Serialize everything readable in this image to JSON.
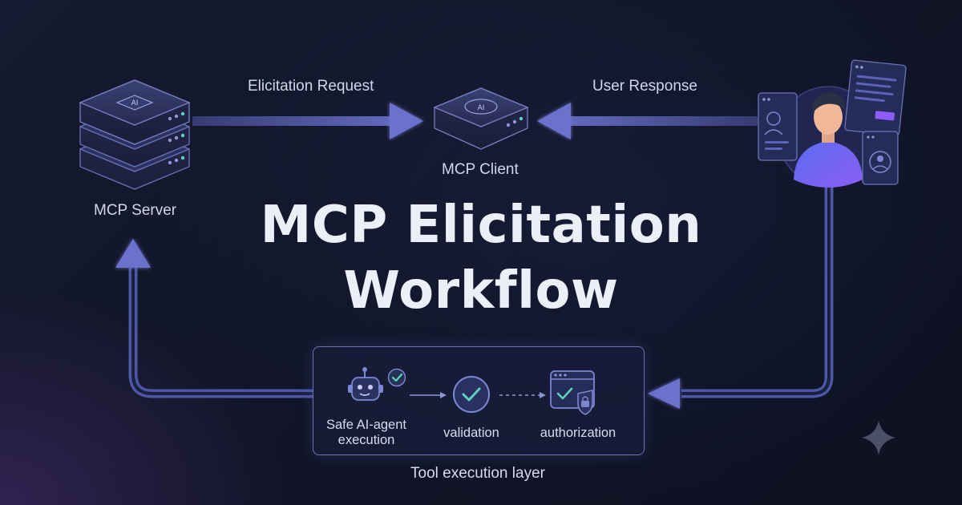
{
  "title": {
    "line1": "MCP Elicitation",
    "line2": "Workflow"
  },
  "nodes": {
    "server": {
      "label": "MCP Server",
      "icon": "ai-server-stack-icon",
      "chip_text": "AI"
    },
    "client": {
      "label": "MCP Client",
      "icon": "ai-client-device-icon",
      "chip_text": "AI"
    },
    "user": {
      "icon": "user-avatar-icon"
    }
  },
  "flows": {
    "request": "Elicitation Request",
    "response": "User Response"
  },
  "tool_layer": {
    "label": "Tool execution layer",
    "steps": [
      {
        "label_line1": "Safe AI-agent",
        "label_line2": "execution",
        "icon": "robot-check-icon"
      },
      {
        "label_line1": "validation",
        "icon": "check-circle-icon"
      },
      {
        "label_line1": "authorization",
        "icon": "window-lock-icon"
      }
    ]
  },
  "colors": {
    "arrow": "#5a63b8",
    "arrow_head": "#6a72cc",
    "accent_purple": "#8b5cf6",
    "check_teal": "#5fd1c0",
    "background": "#121628"
  }
}
